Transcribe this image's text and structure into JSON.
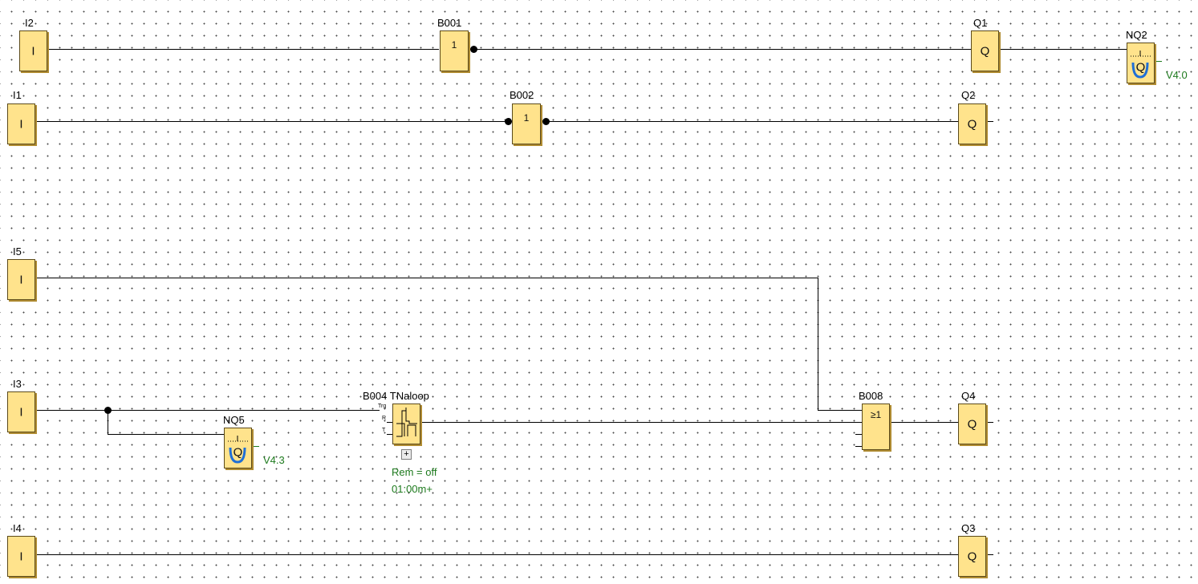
{
  "blocks": {
    "i2": {
      "name": "I2",
      "symbol": "I"
    },
    "i1": {
      "name": "I1",
      "symbol": "I"
    },
    "i5": {
      "name": "I5",
      "symbol": "I"
    },
    "i3": {
      "name": "I3",
      "symbol": "I"
    },
    "i4": {
      "name": "I4",
      "symbol": "I"
    },
    "b001": {
      "name": "B001",
      "symbol": "1"
    },
    "b002": {
      "name": "B002",
      "symbol": "1"
    },
    "b004": {
      "name": "B004",
      "function": "TNaloop",
      "pins": [
        "Trg",
        "R",
        "T"
      ],
      "param_rem": "Rem = off",
      "param_time": "01:00m+"
    },
    "b008": {
      "name": "B008",
      "symbol": "≥1"
    },
    "q1": {
      "name": "Q1",
      "symbol": "Q"
    },
    "q2": {
      "name": "Q2",
      "symbol": "Q"
    },
    "q3": {
      "name": "Q3",
      "symbol": "Q"
    },
    "q4": {
      "name": "Q4",
      "symbol": "Q"
    },
    "nq2": {
      "name": "NQ2",
      "symbol": "Q",
      "param": "V4.0"
    },
    "nq5": {
      "name": "NQ5",
      "symbol": "Q",
      "param": "V4.3"
    }
  },
  "colors": {
    "block_fill": "#ffe38c",
    "block_border": "#5b4a1a",
    "param_text": "#1d7a1d",
    "flag_arc": "#1f6fd6"
  },
  "icons": {
    "expand": "plus-box-icon",
    "flag": "memory-flag-icon",
    "timer": "pulse-timer-icon"
  },
  "expand_symbol": "+"
}
